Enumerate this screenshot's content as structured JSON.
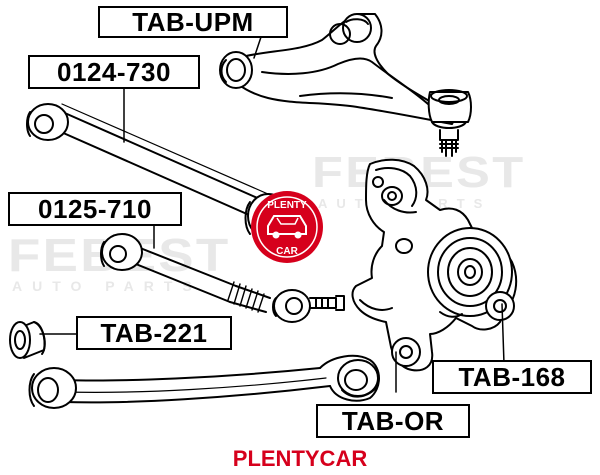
{
  "parts": {
    "upper_arm": "TAB-UPM",
    "long_rod": "0124-730",
    "adjust_rod": "0125-710",
    "small_bushing": "TAB-221",
    "knuckle_bushing": "TAB-168",
    "lower_arm_bushing": "TAB-OR"
  },
  "watermark": {
    "brand": "FEBEST",
    "sub": "AUTO PARTS"
  },
  "logo": {
    "text_top": "PLENTY",
    "text_bottom": "CAR"
  },
  "footer": {
    "text": "PLENTYCAR"
  },
  "colors": {
    "brand_red": "#d6001c",
    "line": "#000000",
    "watermark": "#e6e6e6"
  }
}
